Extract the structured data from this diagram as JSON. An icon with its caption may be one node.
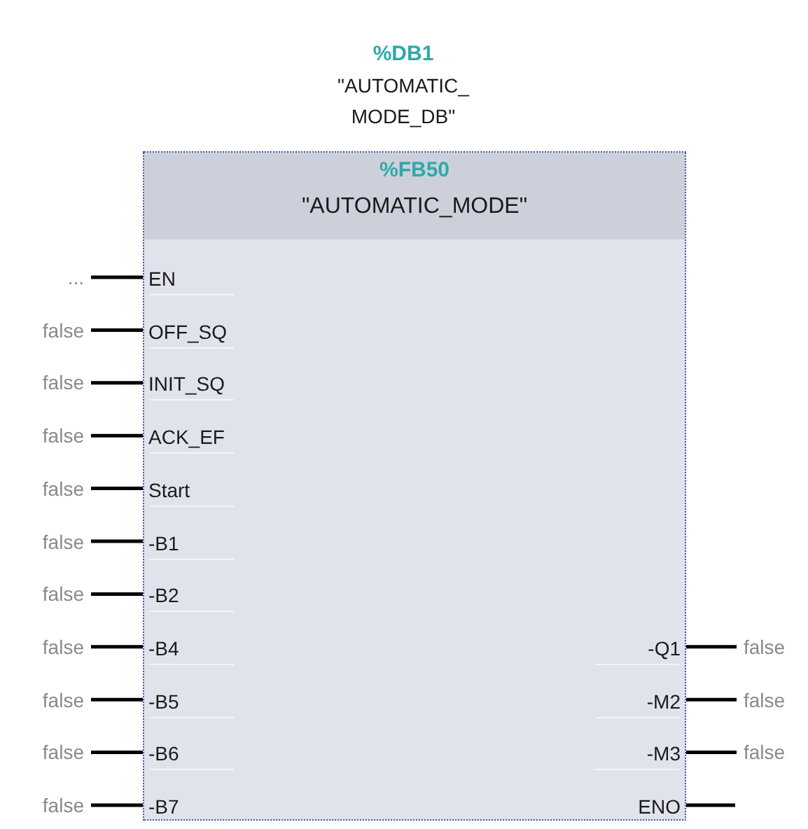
{
  "diagram": {
    "nodes": [
      {
        "text": [
          "%FB50",
          "\"AUTOMATIC_MODE\""
        ],
        "beside": [
          "%DB1",
          "\"AUTOMATIC_ MODE_DB\""
        ]
      },
      {
        "text": [
          "EN"
        ],
        "in": 0
      },
      {
        "text": [
          "OFF_SQ"
        ],
        "in": 0
      },
      {
        "text": [
          "INIT_SQ"
        ],
        "in": 0
      },
      {
        "text": [
          "ACK_EF"
        ],
        "in": 0
      },
      {
        "text": [
          "Start"
        ],
        "in": 0
      },
      {
        "text": [
          "-B1"
        ],
        "in": 0
      },
      {
        "text": [
          "-B2"
        ],
        "in": 0
      },
      {
        "text": [
          "-B4"
        ],
        "in": 0
      },
      {
        "text": [
          "-B5"
        ],
        "in": 0
      },
      {
        "text": [
          "-B6"
        ],
        "in": 0
      },
      {
        "text": [
          "-B7"
        ],
        "in": 0
      },
      {
        "text": [
          "-Q1"
        ],
        "in": 0
      },
      {
        "text": [
          "-M2"
        ],
        "in": 0
      },
      {
        "text": [
          "-M3"
        ],
        "in": 0
      },
      {
        "text": [
          "ENO"
        ],
        "in": 0
      },
      {
        "text": [
          "..."
        ]
      },
      {
        "text": [
          "false"
        ]
      },
      {
        "text": [
          "false"
        ]
      },
      {
        "text": [
          "false"
        ]
      },
      {
        "text": [
          "false"
        ]
      },
      {
        "text": [
          "false"
        ]
      },
      {
        "text": [
          "false"
        ]
      },
      {
        "text": [
          "false"
        ]
      },
      {
        "text": [
          "false"
        ]
      },
      {
        "text": [
          "false"
        ]
      },
      {
        "text": [
          "false"
        ]
      },
      {
        "text": [
          "false"
        ]
      },
      {
        "text": [
          "false"
        ]
      },
      {
        "text": [
          "false"
        ]
      }
    ],
    "edges": [
      {
        "from": 16,
        "to": 1,
        "arrow": "none"
      },
      {
        "from": 17,
        "to": 2,
        "arrow": "none"
      },
      {
        "from": 18,
        "to": 3,
        "arrow": "none"
      },
      {
        "from": 19,
        "to": 4,
        "arrow": "none"
      },
      {
        "from": 20,
        "to": 5,
        "arrow": "none"
      },
      {
        "from": 21,
        "to": 6,
        "arrow": "none"
      },
      {
        "from": 22,
        "to": 7,
        "arrow": "none"
      },
      {
        "from": 23,
        "to": 8,
        "arrow": "none"
      },
      {
        "from": 24,
        "to": 9,
        "arrow": "none"
      },
      {
        "from": 25,
        "to": 10,
        "arrow": "none"
      },
      {
        "from": 26,
        "to": 11,
        "arrow": "none"
      },
      {
        "from": 12,
        "to": 27,
        "arrow": "none"
      },
      {
        "from": 13,
        "to": 28,
        "arrow": "none"
      },
      {
        "from": 14,
        "to": 29,
        "arrow": "none"
      },
      {
        "from": 15,
        "to": null,
        "arrow": "none"
      }
    ]
  }
}
